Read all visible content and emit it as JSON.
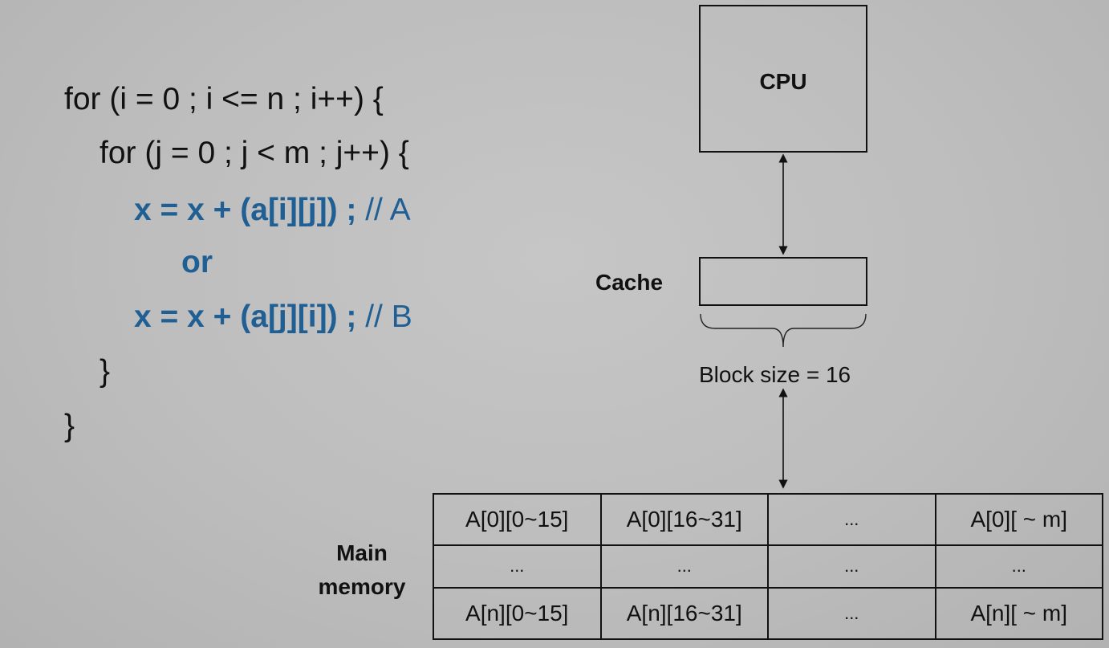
{
  "code": {
    "line1": "for (i = 0 ; i <= n ; i++) {",
    "line2": "for (j = 0 ; j < m ; j++) {",
    "line3_code": "x = x + (a[i][j]) ; ",
    "line3_comment": "// A",
    "line4": "or",
    "line5_code": "x = x + (a[j][i]) ; ",
    "line5_comment": "// B",
    "line6": "}",
    "line7": "}"
  },
  "diagram": {
    "cpu_label": "CPU",
    "cache_label": "Cache",
    "block_size_label": "Block size = 16",
    "main_memory_label_line1": "Main",
    "main_memory_label_line2": "memory"
  },
  "memory_table": {
    "rows": [
      [
        "A[0][0~15]",
        "A[0][16~31]",
        "...",
        "A[0][ ~ m]"
      ],
      [
        "...",
        "...",
        "...",
        "..."
      ],
      [
        "A[n][0~15]",
        "A[n][16~31]",
        "...",
        "A[n][ ~ m]"
      ]
    ]
  },
  "colors": {
    "highlight_blue": "#1f5f94",
    "background": "#c0c0c0"
  }
}
